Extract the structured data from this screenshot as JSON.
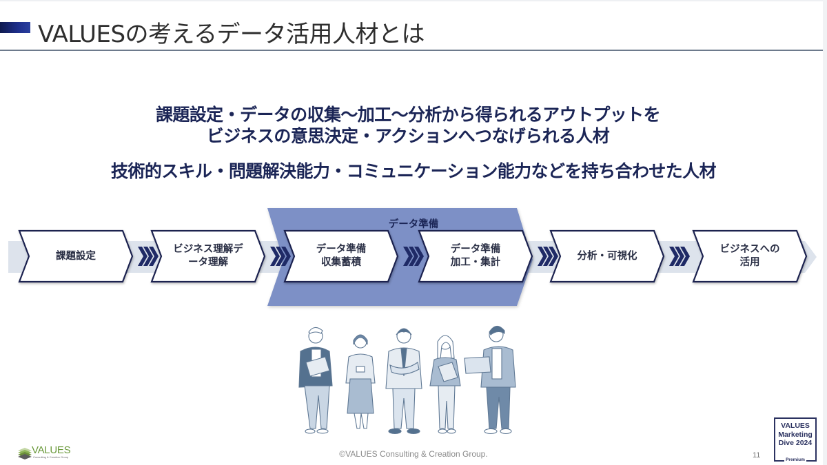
{
  "header": {
    "title": "VALUESの考えるデータ活用人材とは"
  },
  "headlines": {
    "line1": "課題設定・データの収集～加工～分析から得られるアウトプットを",
    "line2": "ビジネスの意思決定・アクションへつなげられる人材",
    "line3": "技術的スキル・問題解決能力・コミュニケーション能力などを持ち合わせた人材"
  },
  "flow": {
    "group_label": "データ準備",
    "steps": [
      {
        "label": "課題設定"
      },
      {
        "label": "ビジネス理解デ\nータ理解"
      },
      {
        "label": "データ準備\n収集蓄積"
      },
      {
        "label": "データ準備\n加工・集計"
      },
      {
        "label": "分析・可視化"
      },
      {
        "label": "ビジネスへの\n活用"
      }
    ],
    "connector_icon": "triple-chevron-right-icon",
    "colors": {
      "band": "#dde3ec",
      "group_fill": "#7d90c6",
      "step_border": "#1b2350",
      "chevron": "#1f2a66"
    }
  },
  "illustration": {
    "description": "five business people illustration",
    "people": [
      {
        "name": "person-with-laptop-folder"
      },
      {
        "name": "person-with-id-badge"
      },
      {
        "name": "person-arms-crossed"
      },
      {
        "name": "person-with-documents"
      },
      {
        "name": "person-with-laptop"
      }
    ]
  },
  "footer": {
    "logo_text": "VALUES",
    "logo_subtext": "Consulting & Creation Group",
    "copyright": "©VALUES Consulting & Creation Group.",
    "page_number": "11",
    "badge": {
      "line1": "VALUES",
      "line2": "Marketing",
      "line3": "Dive 2024",
      "line4": "Premium"
    }
  }
}
